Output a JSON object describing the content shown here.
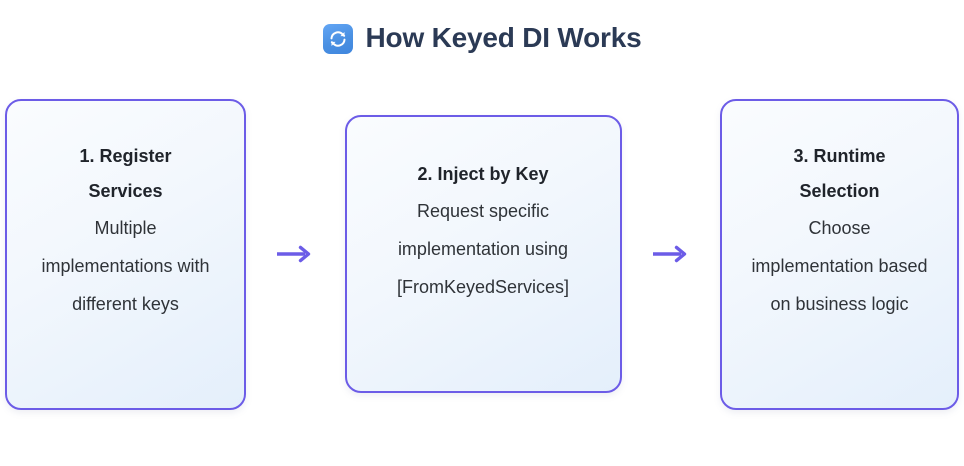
{
  "header": {
    "icon_name": "refresh-sync-icon",
    "icon_color": "#4a90e2",
    "title": "How Keyed DI Works",
    "title_color": "#2b3a55"
  },
  "theme": {
    "background": "#ffffff",
    "card_border": "#6c5ce7",
    "card_bg_start": "#fafcfe",
    "card_bg_end": "#e4effb",
    "arrow_color": "#6c5ce7",
    "card_title_color": "#20242b",
    "card_body_color": "#2f3338"
  },
  "flow": {
    "steps": [
      {
        "title": "1. Register Services",
        "body": "Multiple implementations with different keys"
      },
      {
        "title": "2. Inject by Key",
        "body": "Request specific implementation using [FromKeyedServices]"
      },
      {
        "title": "3. Runtime Selection",
        "body": "Choose implementation based on business logic"
      }
    ],
    "connectors": [
      {
        "glyph": "→",
        "name": "arrow-right-icon"
      },
      {
        "glyph": "→",
        "name": "arrow-right-icon"
      }
    ]
  }
}
